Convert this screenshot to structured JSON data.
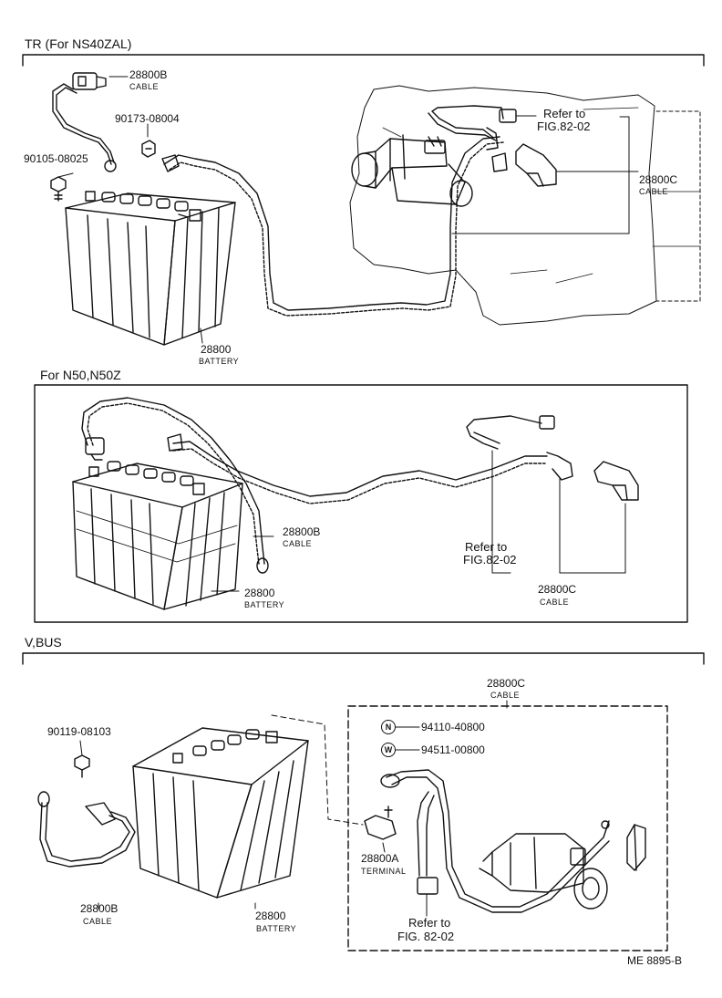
{
  "sections": {
    "tr": {
      "header": "TR (For NS40ZAL)",
      "parts": {
        "cable_b": {
          "num": "28800B",
          "name": "CABLE"
        },
        "nut": {
          "num": "90173-08004"
        },
        "bolt": {
          "num": "90105-08025"
        },
        "battery": {
          "num": "28800",
          "name": "BATTERY"
        },
        "cable_c": {
          "num": "28800C",
          "name": "CABLE"
        },
        "refer": {
          "line1": "Refer to",
          "line2": "FIG.82-02"
        }
      }
    },
    "n50": {
      "header": "For N50,N50Z",
      "parts": {
        "cable_b": {
          "num": "28800B",
          "name": "CABLE"
        },
        "battery": {
          "num": "28800",
          "name": "BATTERY"
        },
        "cable_c": {
          "num": "28800C",
          "name": "CABLE"
        },
        "refer": {
          "line1": "Refer to",
          "line2": "FIG.82-02"
        }
      }
    },
    "vbus": {
      "header": "V,BUS",
      "parts": {
        "bolt": {
          "num": "90119-08103"
        },
        "cable_b": {
          "num": "28800B",
          "name": "CABLE"
        },
        "battery": {
          "num": "28800",
          "name": "BATTERY"
        },
        "cable_c": {
          "num": "28800C",
          "name": "CABLE"
        },
        "nut": {
          "symbol": "N",
          "num": "94110-40800"
        },
        "washer": {
          "symbol": "W",
          "num": "94511-00800"
        },
        "terminal": {
          "num": "28800A",
          "name": "TERMINAL"
        },
        "refer": {
          "line1": "Refer to",
          "line2": "FIG. 82-02"
        }
      }
    }
  },
  "footer_code": "ME  8895-B"
}
